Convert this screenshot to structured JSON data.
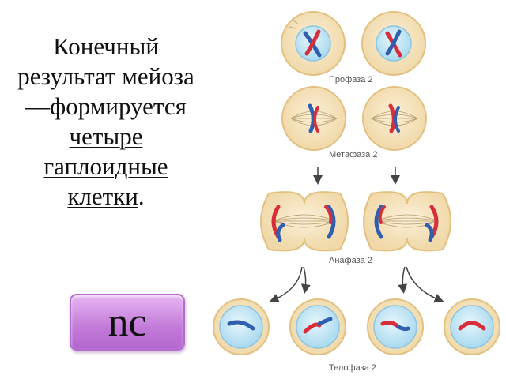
{
  "text": {
    "line1": "Конечный",
    "line2": "результат мейоза",
    "line3": "—формируется",
    "line4": "четыре",
    "line5": "гаплоидные",
    "line6": "клетки",
    "line6_end": "."
  },
  "badge": "nc",
  "labels": {
    "prophase": "Профаза 2",
    "metaphase": "Метафаза 2",
    "anaphase": "Анафаза 2",
    "telophase": "Телофаза 2"
  },
  "colors": {
    "cell": "#f6e3bf",
    "cell_outline": "#e7c588",
    "nucleus": "#bfe3f3",
    "chrom_blue": "#2f5fae",
    "chrom_red": "#d92e3a",
    "badge": "#c27ad8"
  }
}
